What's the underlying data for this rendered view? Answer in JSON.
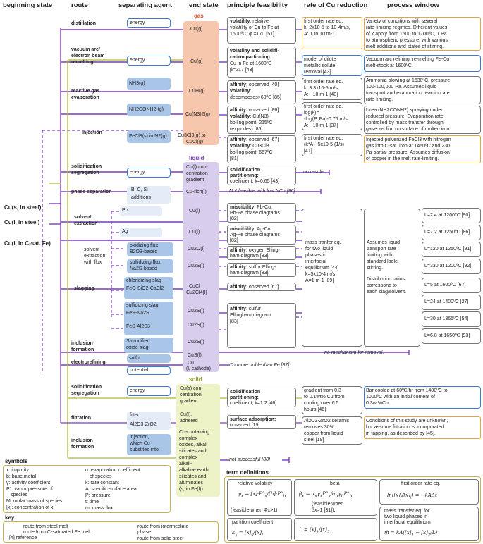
{
  "headers": {
    "beginning_state": "beginning state",
    "route": "route",
    "agent": "separating agent",
    "end_state": "end state",
    "principle": "principle feasibility",
    "rate": "rate of Cu reduction",
    "process": "process window"
  },
  "sections": {
    "gas": "gas",
    "liquid": "liquid",
    "solid": "solid"
  },
  "beginning_states": [
    "Cu(s, in steel)",
    "Cu(l, in steel)",
    "Cu(l, in C-sat. Fe)"
  ],
  "routes": {
    "distillation": "distillation",
    "vacuum": "vacuum arc/",
    "vacuum2": "electron beam",
    "vacuum3": "remelting",
    "reactive": "reactive gas",
    "reactive2": "evaporation",
    "injection": "injection",
    "solid_seg_l": "solidification",
    "solid_seg_l2": "segregation",
    "phase_sep": "phase separation",
    "solvent": "solvent",
    "solvent2": "extraction",
    "solvent_flux": "solvent",
    "solvent_flux2": "extraction",
    "solvent_flux3": "with flux",
    "slagging": "slagging",
    "inclusion": "inclusion",
    "inclusion2": "formation",
    "electrorefining": "electrorefining",
    "solid_seg_s": "solidification",
    "solid_seg_s2": "segregation",
    "filtration": "filtration",
    "inclusion_s": "inclusion",
    "inclusion_s2": "formation"
  },
  "agents": {
    "energy1": "energy",
    "energy2": "energy",
    "nh3": "NH3(g)",
    "nh2conh2": "NH2CONH2 (g)",
    "fecl3": "FeCl3(s) in N2(g)",
    "energy3": "energy",
    "bcsi": "B, C, Si",
    "bcsi2": "additions",
    "pb": "Pb",
    "ag": "Ag",
    "oxflux": "oxidizing flux",
    "oxflux2": "B2O3-based",
    "sulfflux": "sulfidizing flux",
    "sulfflux2": "Na2S-based",
    "chlorslag": "chloridizing slag",
    "feosio": "FeO-SiO2-CaCl2",
    "sulfslag": "sulfidizing slag",
    "fesna": "FeS-Na2S",
    "fesal": "FeS-Al2S3",
    "smod": "S-modified",
    "smod2": "oxide slag",
    "sulfur": "sulfur",
    "potential": "potential",
    "energy4": "energy",
    "filter": "filter",
    "filter2": "Al2O3-ZrO2",
    "injcu": "injection,",
    "injcu2": "which Cu",
    "injcu3": "substites into"
  },
  "ends": {
    "cug1": "Cu(g)",
    "cug2": "Cu(g)",
    "cuh": "CuH(g)",
    "cun3": "Cu(N3)2(g)",
    "cu3cl3": "Cu3Cl3(g) to",
    "cu3cl3b": "CuCl(g)",
    "cul_conc": "Cu(l) con-",
    "cul_conc2": "centration",
    "cul_conc3": "gradient",
    "curich": "Cu-rich(l)",
    "cul1": "Cu(l)",
    "cul2": "Cu(l)",
    "cu2o": "Cu2O(l)",
    "cu2s1": "Cu2S(l)",
    "cucl": "CuCl",
    "cucl2": "Cu2Cl4(l)",
    "cu2s2": "Cu2S(l)",
    "cu2s3": "Cu2S(l)",
    "cu2s4": "Cu2S(l)",
    "cus": "CuS(l)",
    "cucath": "Cu",
    "cucath2": "(l, cathode)",
    "cus_conc": "Cu(s) con-",
    "cus_conc2": "centration",
    "cus_conc3": "gradient",
    "cul_adh": "Cu(l),",
    "cul_adh2": "adhered",
    "cucont": "Cu-containing",
    "cucont2": "complex",
    "cucont3": "oxides, alkali",
    "cucont4": "silicates and",
    "cucont5": "complex",
    "cucont6": "alkali-",
    "cucont7": "alkaline earth",
    "cucont8": "silicates and",
    "cucont9": "aluminates",
    "cucont10": "(s, in Fe(l))"
  },
  "principles": {
    "p1a": "volatility",
    "p1b": ": relative",
    "p1c": "volatility of Cu to Fe at",
    "p1d": "1600ºC, φ =170 [51]",
    "p2a": "volatility and solidifi-",
    "p2b": "cation partioning:",
    "p2c": "Cu in Fe at 1600ºC",
    "p2d": "β=217 [43]",
    "p3a": "affinity",
    "p3b": ": observed [40]",
    "p3c": "volatility",
    "p3d": ":",
    "p3e": "decomposes>60ºC [85]",
    "p4a": "affinity",
    "p4b": ": observed [86]",
    "p4c": "volatility",
    "p4d": ": Cu(N3)",
    "p4e": "boiling point: 215ºC",
    "p4f": "(explodes) [85]",
    "p5a": "affinity",
    "p5b": ": observed [67]",
    "p5c": "volatility",
    "p5d": ": Cu3Cl3",
    "p5e": "boiling point: 667ºC",
    "p5f": "[81]",
    "p6a": "solidification",
    "p6b": "partitioning:",
    "p6c": "coefficient, k=0.65 [43]",
    "p7": "Not feasible with low NCu [86]",
    "p8a": "miscibility",
    "p8b": ": Pb-Cu,",
    "p8c": "Pb-Fe phase diagrams",
    "p8d": "[82]",
    "p9a": "miscibility",
    "p9b": ": Ag-Cu,",
    "p9c": "Ag-Fe phase diagrams",
    "p9d": "[82]",
    "p10a": "affinity",
    "p10b": ": oxygen Elling-",
    "p10c": "ham diagram [83]",
    "p11a": "affinity",
    "p11b": ": sulfur Elling-",
    "p11c": "ham diagram [83]",
    "p12a": "affinity",
    "p12b": ": observed [67]",
    "p13a": "affinity",
    "p13b": ": sulfur",
    "p13c": "Ellingham diagram",
    "p13d": "[83]",
    "p14": "no mechanism for removal.",
    "p15": "Cu more noble than Fe [87]",
    "p16a": "solidification",
    "p16b": "partitioning:",
    "p16c": "coefficient, k=1.2 [46]",
    "p17a": "surface adsorption:",
    "p17b": "observed [19]",
    "p18": "not successful [88]",
    "p19": "no results."
  },
  "rates": {
    "r1a": "first order rate eq.",
    "r1b": "k: 2x10-5 to 10-4m/s,",
    "r1c": "A: 1 to 10 m-1",
    "r2a": "model of dilute",
    "r2b": "metallic solute",
    "r2c": "removal [43]",
    "r3a": "first order rate eq.",
    "r3b": "k: 3.3x10-5 m/s,",
    "r3c": "A: ~10 m-1 [40]",
    "r4a": "first order rate eq.",
    "r4b": "log(k)=",
    "r4c": "-log(P, Pa)-0.76 m/s",
    "r4d": "A: ~10 m-1 [37]",
    "r5a": "first order rate eq.",
    "r5b": "(k*A)~5x10-5 (1/s)",
    "r5c": "[41]",
    "r6a": "mass tranfer eq.",
    "r6b": "for two liquid",
    "r6c": "phases in",
    "r6d": "interfacial",
    "r6e": "equilibrium [44]",
    "r6f": "k=5x10-4 m/s",
    "r6g": "A=1 m-1 [89]",
    "r7a": "gradient from 0.3",
    "r7b": "to 0.1wt% Cu from",
    "r7c": "cooling over 6.5",
    "r7d": "hours [46]",
    "r8a": "Al2O3-ZrO2 ceramic",
    "r8b": "removes 30%",
    "r8c": "copper from liquid",
    "r8d": "steel [19]"
  },
  "process": {
    "w1a": "Variety of conditions with several",
    "w1b": "rate-limiting regimes. Different values",
    "w1c": "of k apply from 1500 to 1700ºC, 1 Pa",
    "w1d": "to atmospheric pressure, with various",
    "w1e": "melt additions and states of stirring.",
    "w2a": "Vacuum arc refining: re-melting Fe-Cu",
    "w2b": "melt-stock at 1600ºC.",
    "w3a": "Ammonia blowing at 1630ºC, pressure",
    "w3b": "100-100,000 Pa. Assumes liquid",
    "w3c": "transport and evaporation reaction are",
    "w3d": "rate-limiting.",
    "w4a": "Urea (NH2CONH2) spraying under",
    "w4b": "reduced pressure. Evaporation rate",
    "w4c": "controlled by mass transfer through",
    "w4d": "gaseous film on surface of molten iron.",
    "w5a": "Injected pulverized FeCl3 with nitrogen",
    "w5b": "gas into C-sat. iron at 1450ºC and 230",
    "w5c": "Pa partial pressure. Assumes diffusion",
    "w5d": "of copper in the melt rate-limiting.",
    "w6a": "Assumes liquid",
    "w6b": "transport rate",
    "w6c": "limiting with",
    "w6d": "standard ladle",
    "w6e": "stirring.",
    "w6f": "Distribution ratios",
    "w6g": "correspond to",
    "w6h": "each slag/solvent.",
    "L": [
      "L=2.4 at 1200ºC [90]",
      "L=7.2 at 1250ºC [86]",
      "L=120 at 1250ºC [91]",
      "L=330 at 1200ºC [92]",
      "L=5 at 1600ºC [67]",
      "L=24 at 1400ºC [27]",
      "L=30 at 1365ºC [54]",
      "L=6.8 at 1650ºC [93]"
    ],
    "w7a": "Bar cooled at 60ºC/hr from 1400ºC to",
    "w7b": "1000ºC with an initial content of",
    "w7c": "0.3wt%Cu.",
    "w8a": "Conditions of this study are unknown,",
    "w8b": "but assume filtration is incorporated",
    "w8c": "in tapping, as described by [45]."
  },
  "symbols": {
    "title": "symbols",
    "left": [
      "x: impurity",
      "b: base metal",
      "γ: activity coefficient",
      "P°: vapor pressure of",
      "species",
      "M: molar mass of species",
      "[x]: concentration of x"
    ],
    "right": [
      "α: evaporation coefficient",
      "of species",
      "k: rate constant",
      "A: specific surface area",
      "P: pressure",
      "t: time",
      "m: mass flux"
    ]
  },
  "key": {
    "title": "key",
    "steel": "route from steel melt",
    "csat": "route from C-saturated Fe melt",
    "ref": "[#]   reference",
    "inter": "route from intermediate",
    "inter2": "phase",
    "solid": "route from solid steel"
  },
  "terms": {
    "title": "term definitions",
    "rv": "relative volatility",
    "rv_feas": "(feasible when Φx>1)",
    "beta": "beta",
    "beta_feas": "(feasible when",
    "beta_feas2": "βx>1 [31]).",
    "fo": "first order rate eq.",
    "pc": "partition coefficient",
    "mt": "mass transfer eq. for",
    "mt2": "two liquid phases in",
    "mt3": "interfacial equilibrium"
  },
  "colors": {
    "purple": "#7a3cc0",
    "olive": "#b5b836",
    "orange": "#e8a33c",
    "blue": "#3a7bd5"
  }
}
